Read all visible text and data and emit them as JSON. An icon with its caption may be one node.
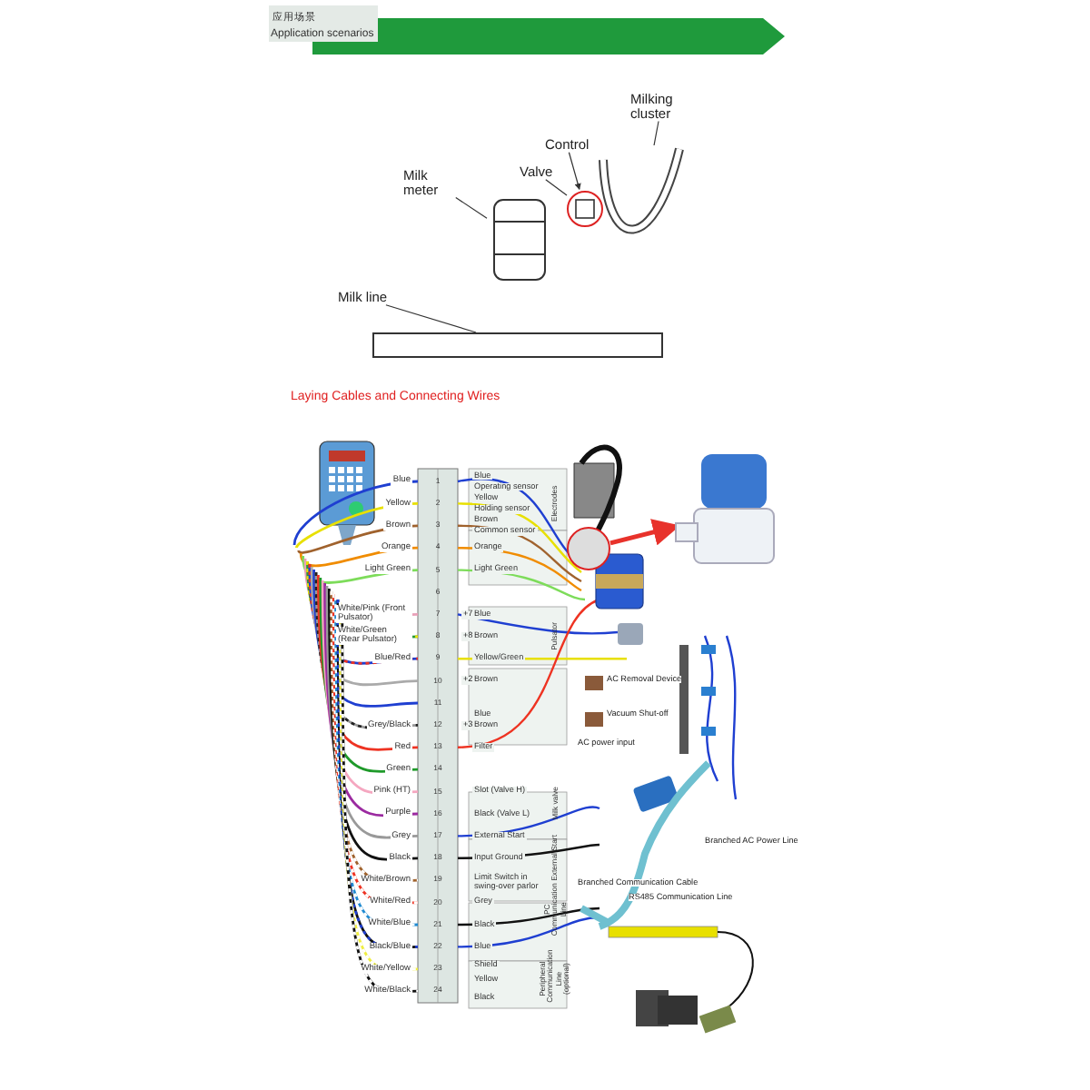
{
  "diagram": {
    "nodes": [
      {
        "text": [
          "Milk meter"
        ]
      },
      {
        "text": [
          "Valve"
        ]
      },
      {
        "text": [
          "Control"
        ]
      },
      {
        "text": [
          "Milking cluster"
        ]
      },
      {
        "text": [
          "Milk line"
        ]
      },
      {
        "text": [],
        "shape": "picture"
      },
      {
        "text": [],
        "shape": "picture"
      },
      {
        "text": [],
        "shape": "picture"
      },
      {
        "text": [],
        "shape": "bar"
      },
      {
        "text": [],
        "shape": "circle"
      },
      {
        "text": [],
        "shape": "picture"
      }
    ],
    "edges": [
      {
        "from": 0,
        "to": 5,
        "arrow": "none"
      },
      {
        "from": 1,
        "to": 6,
        "arrow": "none"
      },
      {
        "from": 2,
        "to": 6,
        "arrow": "to"
      },
      {
        "from": 3,
        "to": 7,
        "arrow": "none"
      },
      {
        "from": 4,
        "to": 8,
        "arrow": "none"
      },
      {
        "from": 9,
        "to": 10,
        "arrow": "to",
        "style": "thick",
        "color": "#e8322b"
      }
    ],
    "labels": [
      "应用场景",
      "Application scenarios",
      "Laying Cables and Connecting Wires",
      "Blue",
      "Yellow",
      "Brown",
      "Orange",
      "Light Green",
      "White/Pink (Front Pulsator)",
      "White/Green (Rear Pulsator)",
      "Blue/Red",
      "Grey/Black",
      "Red",
      "Green",
      "Pink (HT)",
      "Purple",
      "Grey",
      "Black",
      "White/Brown",
      "White/Red",
      "White/Blue",
      "Black/Blue",
      "White/Yellow",
      "White/Black",
      "1",
      "2",
      "3",
      "4",
      "5",
      "6",
      "7",
      "8",
      "9",
      "10",
      "11",
      "12",
      "13",
      "14",
      "15",
      "16",
      "17",
      "18",
      "19",
      "20",
      "21",
      "22",
      "23",
      "24",
      "Blue",
      "Operating sensor",
      "Yellow",
      "Holding sensor",
      "Brown",
      "Common sensor",
      "Orange",
      "Light Green",
      "Blue",
      "Brown",
      "Yellow/Green",
      "Brown",
      "Blue",
      "Brown",
      "Filter",
      "Slot (Valve H)",
      "Black (Valve L)",
      "External Start",
      "Input Ground",
      "Limit Switch in swing-over parlor",
      "Grey",
      "Black",
      "Blue",
      "Shield",
      "Yellow",
      "Black",
      "Electrodes",
      "Pulsator",
      "Milk valve",
      "External Start",
      "PC Communication Line",
      "Peripheral Communication Line (optional)",
      "AC Removal Device",
      "Vacuum Shut-off",
      "AC power input",
      "Branched Communication Cable",
      "RS485 Communication Line",
      "Branched AC Power Line",
      "+7",
      "+8",
      "+2",
      "+3"
    ]
  }
}
